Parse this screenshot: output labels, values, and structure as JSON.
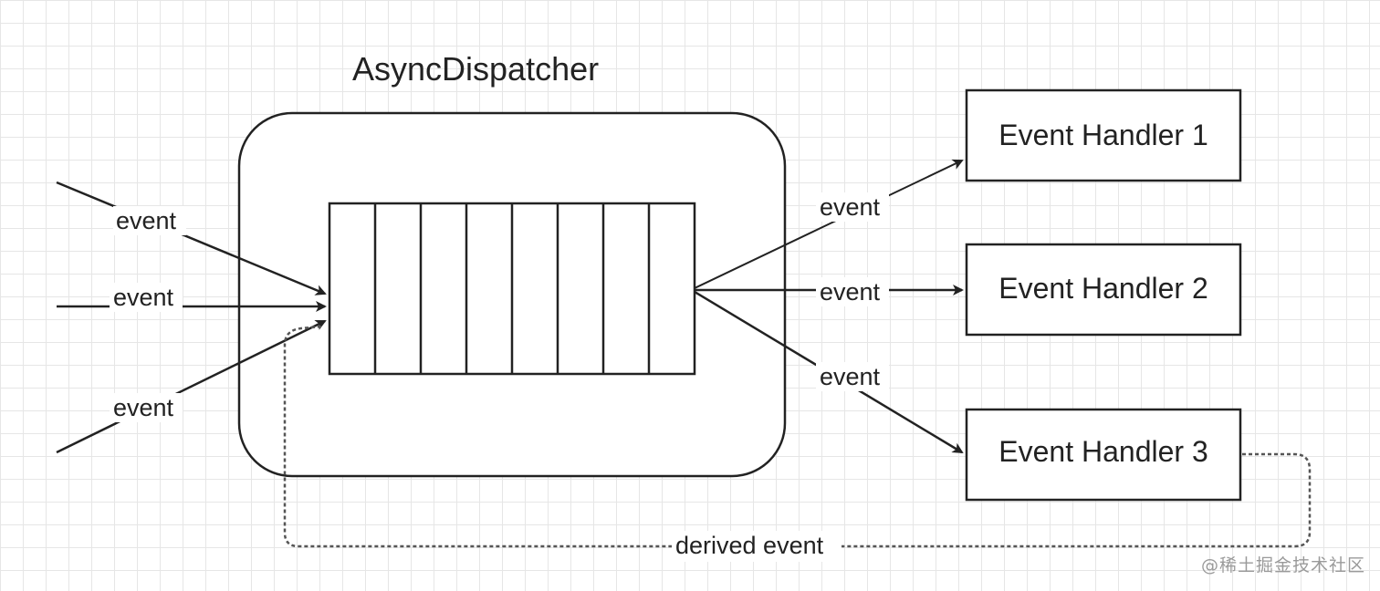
{
  "dispatcher": {
    "title": "AsyncDispatcher",
    "queue_slots": 8
  },
  "incoming_events": [
    {
      "label": "event"
    },
    {
      "label": "event"
    },
    {
      "label": "event"
    }
  ],
  "handlers": [
    {
      "label": "Event Handler 1",
      "edge_label": "event"
    },
    {
      "label": "Event Handler 2",
      "edge_label": "event"
    },
    {
      "label": "Event Handler 3",
      "edge_label": "event"
    }
  ],
  "feedback": {
    "label": "derived event"
  },
  "watermark": {
    "text": "@稀土掘金技术社区"
  },
  "colors": {
    "stroke": "#222222",
    "grid": "#e6e6e6",
    "dashed": "#555555"
  }
}
